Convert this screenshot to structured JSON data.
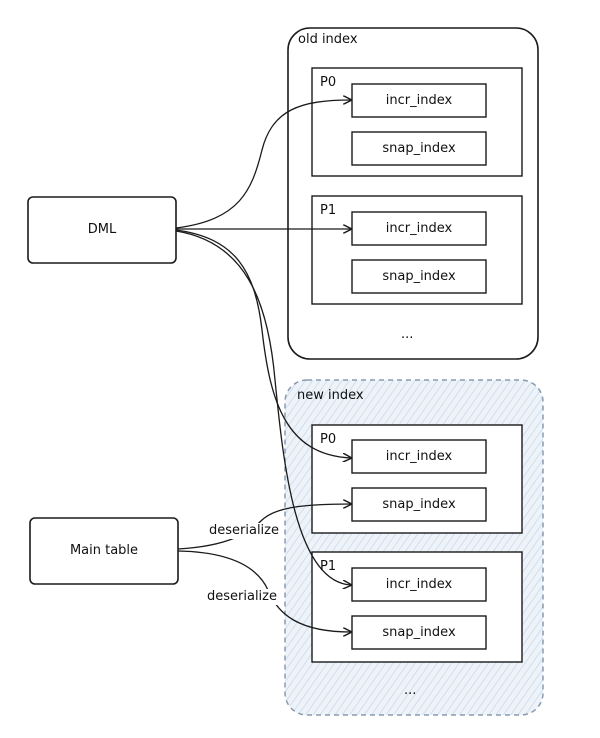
{
  "nodes": {
    "dml": "DML",
    "main_table": "Main table"
  },
  "old_index": {
    "title": "old index",
    "partitions": [
      {
        "name": "P0",
        "incr": "incr_index",
        "snap": "snap_index"
      },
      {
        "name": "P1",
        "incr": "incr_index",
        "snap": "snap_index"
      }
    ],
    "more": "..."
  },
  "new_index": {
    "title": "new index",
    "partitions": [
      {
        "name": "P0",
        "incr": "incr_index",
        "snap": "snap_index"
      },
      {
        "name": "P1",
        "incr": "incr_index",
        "snap": "snap_index"
      }
    ],
    "more": "..."
  },
  "edges": {
    "deserialize_1": "deserialize",
    "deserialize_2": "deserialize"
  },
  "colors": {
    "stroke": "#1a1a1a",
    "new_index_fill": "#e9f0f8",
    "new_index_border": "#8a9bb0"
  }
}
